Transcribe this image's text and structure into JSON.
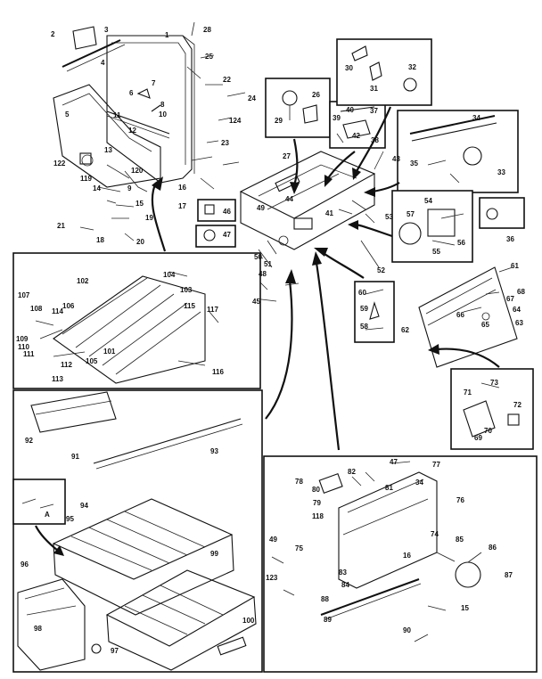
{
  "labels": {
    "main": [
      "2",
      "3",
      "1",
      "4",
      "5",
      "6",
      "7",
      "8",
      "10",
      "11",
      "12",
      "13",
      "14",
      "15",
      "16",
      "17",
      "18",
      "19",
      "20",
      "21",
      "22",
      "23",
      "24",
      "26",
      "29",
      "25",
      "28",
      "122",
      "124",
      "119",
      "120",
      "9",
      "27",
      "44",
      "49",
      "50",
      "51",
      "52",
      "53",
      "43",
      "41",
      "42",
      "40",
      "37",
      "39",
      "38",
      "36",
      "35",
      "34",
      "33",
      "30",
      "31",
      "32",
      "45",
      "46",
      "47",
      "48"
    ],
    "right": [
      "54",
      "55",
      "56",
      "57",
      "58",
      "59",
      "60",
      "61",
      "62",
      "63",
      "64",
      "65",
      "66",
      "67",
      "68",
      "69",
      "70",
      "71",
      "72",
      "73"
    ],
    "left_box": [
      "102",
      "104",
      "103",
      "105",
      "106",
      "107",
      "108",
      "109",
      "110",
      "111",
      "112",
      "113",
      "114",
      "115",
      "116",
      "117",
      "101"
    ],
    "rack_box": [
      "92",
      "91",
      "93",
      "94",
      "95",
      "96",
      "97",
      "98",
      "99",
      "100"
    ],
    "lower_right": [
      "47",
      "77",
      "78",
      "79",
      "80",
      "81",
      "82",
      "83",
      "84",
      "85",
      "86",
      "87",
      "88",
      "89",
      "90",
      "75",
      "76",
      "74",
      "49",
      "123",
      "118",
      "15",
      "34",
      "16"
    ],
    "inset": [
      "A"
    ]
  }
}
